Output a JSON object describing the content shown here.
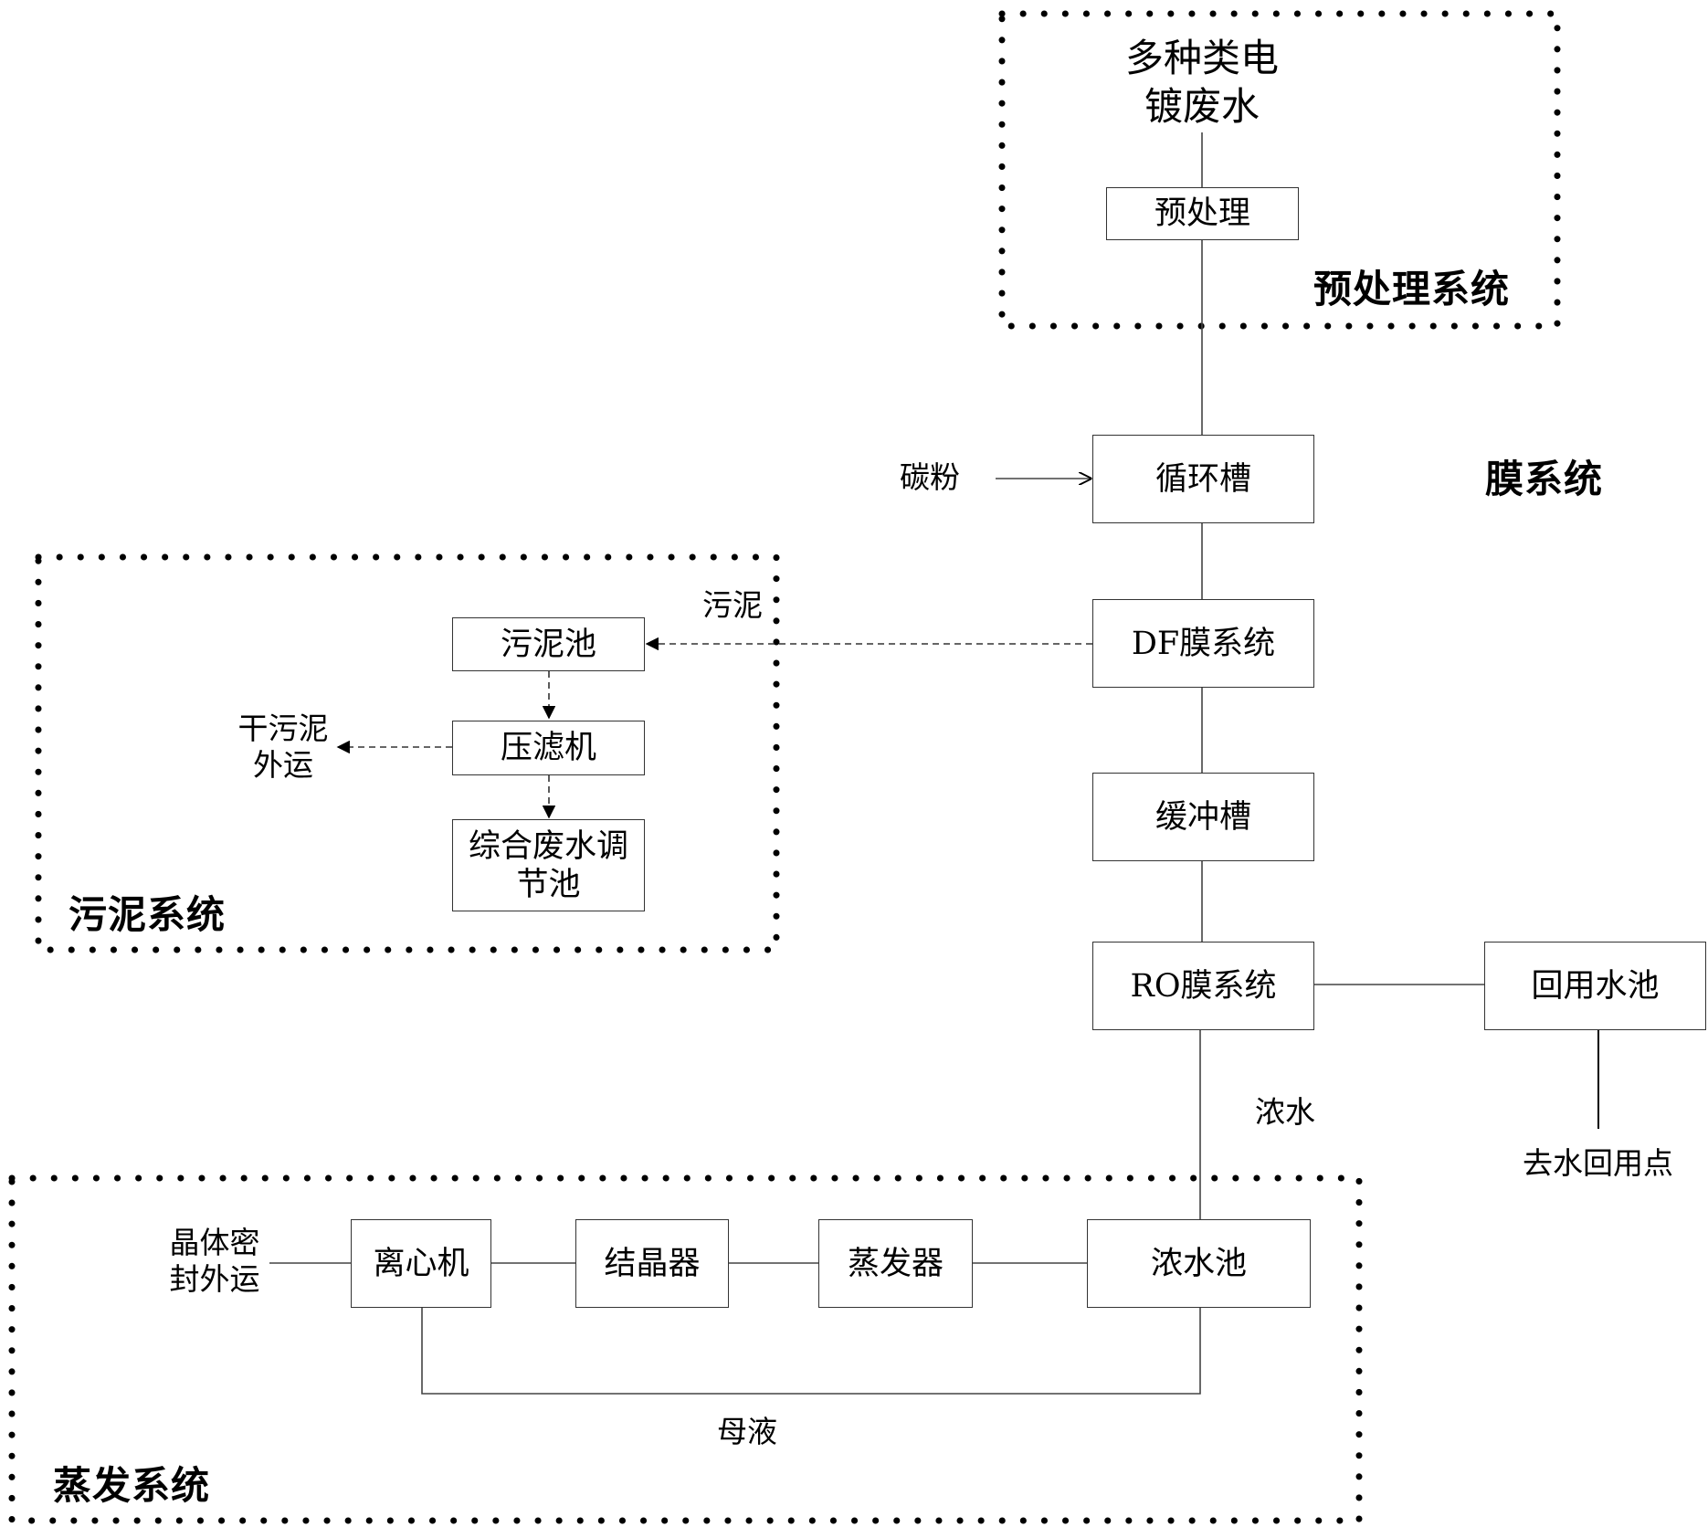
{
  "input": {
    "line1": "多种类电",
    "line2": "镀废水"
  },
  "systems": {
    "pretreatment": "预处理系统",
    "membrane": "膜系统",
    "sludge": "污泥系统",
    "evaporation": "蒸发系统"
  },
  "nodes": {
    "pretreatment": "预处理",
    "circulation_tank": "循环槽",
    "df_membrane": "DF膜系统",
    "buffer_tank": "缓冲槽",
    "ro_membrane": "RO膜系统",
    "reuse_pool": "回用水池",
    "sludge_pool": "污泥池",
    "filter_press": "压滤机",
    "regulating_pool_l1": "综合废水调",
    "regulating_pool_l2": "节池",
    "concentrate_pool": "浓水池",
    "evaporator": "蒸发器",
    "crystallizer": "结晶器",
    "centrifuge": "离心机"
  },
  "labels": {
    "carbon_powder": "碳粉",
    "sludge": "污泥",
    "dry_sludge_l1": "干污泥",
    "dry_sludge_l2": "外运",
    "concentrate": "浓水",
    "reuse_point": "去水回用点",
    "crystal_l1": "晶体密",
    "crystal_l2": "封外运",
    "mother_liquor": "母液"
  }
}
